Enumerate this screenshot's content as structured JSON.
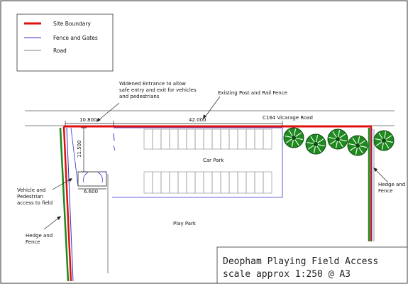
{
  "legend": {
    "items": [
      {
        "label": "Site Boundary",
        "color": "#e01010"
      },
      {
        "label": "Fence and Gates",
        "color": "#3030c8"
      },
      {
        "label": "Road",
        "color": "#808080"
      }
    ]
  },
  "annotations": {
    "widened_entrance": [
      "Widened Entrance to allow",
      "safe entry and exit for vehicles",
      "and pedestrians"
    ],
    "existing_fence": "Existing Post and Rail Fence",
    "road_name": "C164 Vicarage Road",
    "car_park": "Car Park",
    "play_park": "Play Park",
    "vehicle_access": [
      "Vehicle and",
      "Pedestrian",
      "access to field"
    ],
    "hedge_left": [
      "Hedge and",
      "Fence"
    ],
    "hedge_right": [
      "Hedge and",
      "Fence"
    ]
  },
  "dimensions": {
    "entrance_width": "10.800",
    "frontage_length": "42.000",
    "access_depth": "11.500",
    "access_width": "6.600"
  },
  "title_block": {
    "line1": "Deopham Playing Field Access",
    "line2": "scale approx 1:250 @ A3"
  },
  "colors": {
    "boundary": "#e01010",
    "fence": "#3030c8",
    "road": "#808080",
    "hedge": "#1a8a1a",
    "tree_fill": "#1f8a1f"
  }
}
